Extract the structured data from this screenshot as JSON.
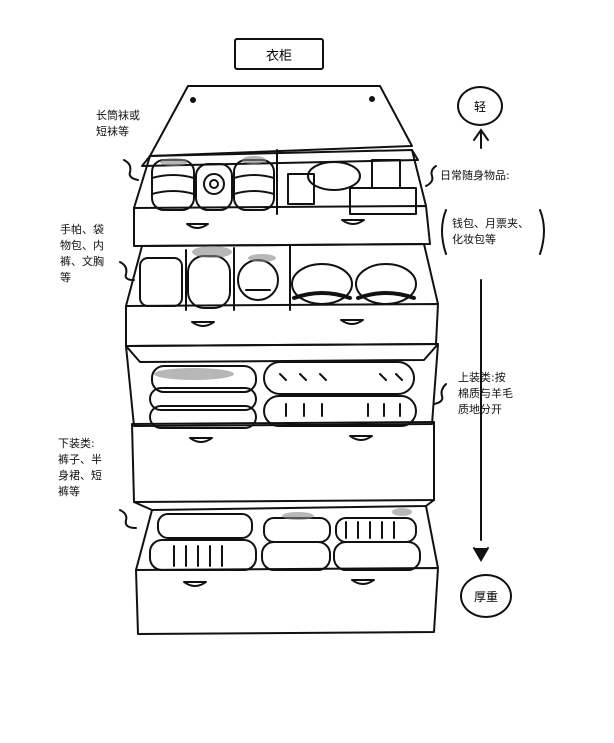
{
  "title": "衣柜",
  "scale": {
    "top": "轻",
    "bottom": "厚重"
  },
  "labels": {
    "socks": "长筒袜或\n短袜等",
    "small": "手帕、袋\n物包、内\n裤、文胸\n等",
    "daily": "日常随身物品:",
    "daily_items": "钱包、月票夹、\n化妆包等",
    "tops": "上装类:按\n棉质与羊毛\n质地分开",
    "bottoms": "下装类:\n裤子、半\n身裙、短\n裤等"
  }
}
